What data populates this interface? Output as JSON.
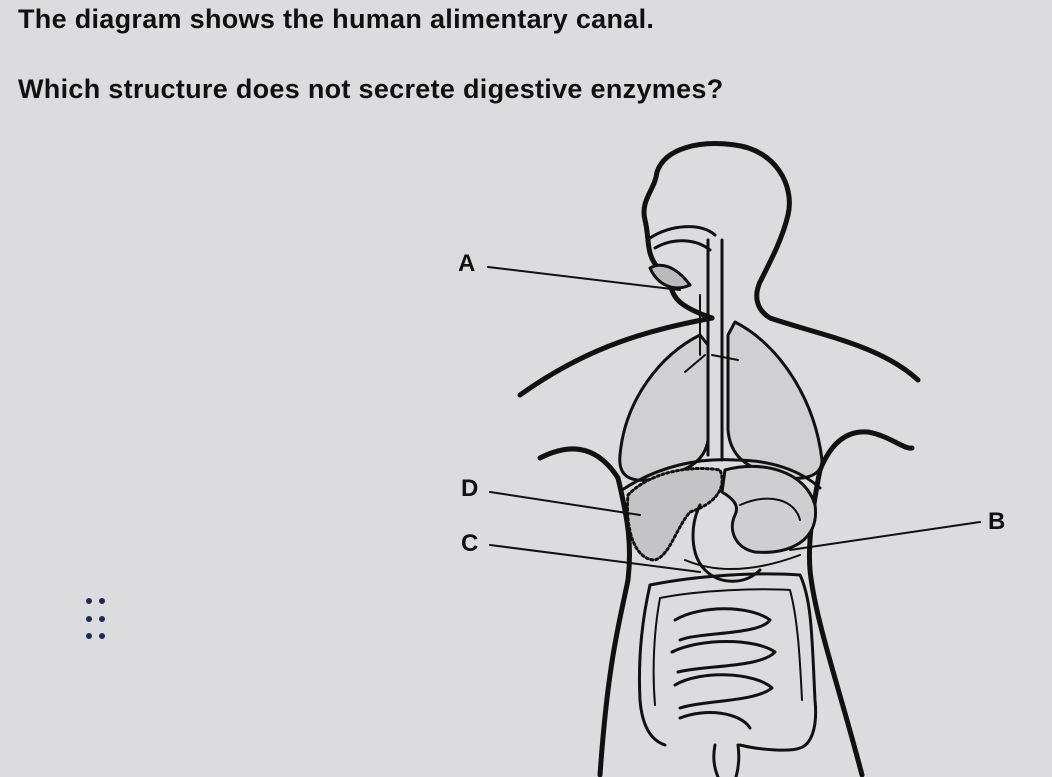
{
  "question": {
    "line1": "The diagram shows the human alimentary canal.",
    "line2": "Which structure does not secrete digestive enzymes?"
  },
  "diagram": {
    "labels": {
      "a": "A",
      "b": "B",
      "c": "C",
      "d": "D"
    }
  },
  "handle": {
    "icon": "drag-handle-icon",
    "color": "#1e2a55"
  },
  "colors": {
    "background": "#dcdcde",
    "ink": "#111111",
    "organ_fill": "#c8c8ca"
  }
}
